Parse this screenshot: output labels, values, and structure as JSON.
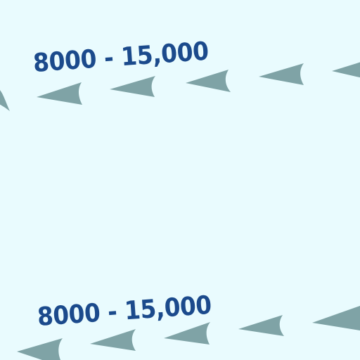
{
  "map": {
    "background_color": "#e9fbfe",
    "arrow_color": "#7fa3a6",
    "label_color": "#1b4a8c",
    "routes": [
      {
        "label": "8000 - 15,000",
        "direction": "westward",
        "arrow_count": 6
      },
      {
        "label": "8000 - 15,000",
        "direction": "westward",
        "arrow_count": 5
      }
    ]
  }
}
